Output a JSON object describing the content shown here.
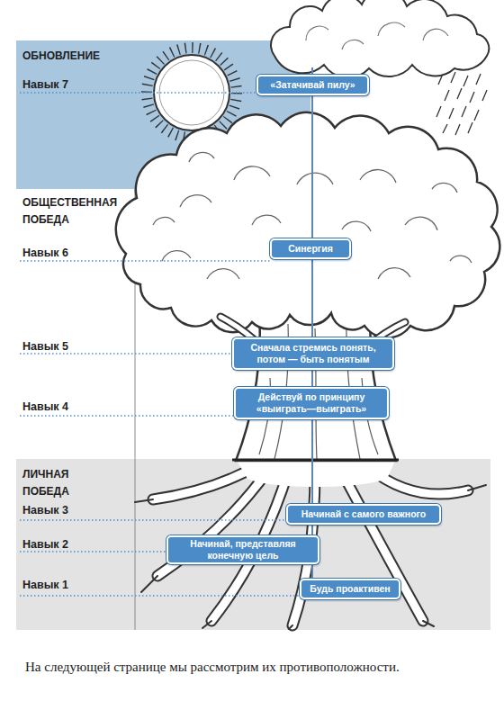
{
  "diagram": {
    "caption": "На следующей странице мы рассмотрим их противоположности.",
    "nodes": [
      {
        "text": [
          "ОБНОВЛЕНИЕ",
          "Навык 7"
        ]
      },
      {
        "text": [
          "«Затачивай пилу»"
        ]
      },
      {
        "text": [
          "ОБЩЕСТВЕННАЯ ПОБЕДА",
          "Навык 6",
          "Навык 5",
          "Навык 4"
        ]
      },
      {
        "text": [
          "Синергия"
        ]
      },
      {
        "text": [
          "Сначала стремись понять, потом — быть понятым"
        ]
      },
      {
        "text": [
          "Действуй по принципу «выиграть—выиграть»"
        ]
      },
      {
        "text": [
          "ЛИЧНАЯ ПОБЕДА",
          "Навык 3",
          "Навык 2",
          "Навык 1"
        ]
      },
      {
        "text": [
          "Начинай с самого важного"
        ]
      },
      {
        "text": [
          "Начинай, представляя конечную цель"
        ]
      },
      {
        "text": [
          "Будь проактивен"
        ]
      }
    ],
    "edges": [
      {
        "from": 1,
        "to": 3,
        "arrow": "none"
      },
      {
        "from": 3,
        "to": 4,
        "arrow": "none"
      },
      {
        "from": 4,
        "to": 5,
        "arrow": "none"
      },
      {
        "from": 5,
        "to": 7,
        "arrow": "none"
      },
      {
        "from": 7,
        "to": 8,
        "arrow": "none"
      },
      {
        "from": 8,
        "to": 9,
        "arrow": "none"
      }
    ]
  }
}
